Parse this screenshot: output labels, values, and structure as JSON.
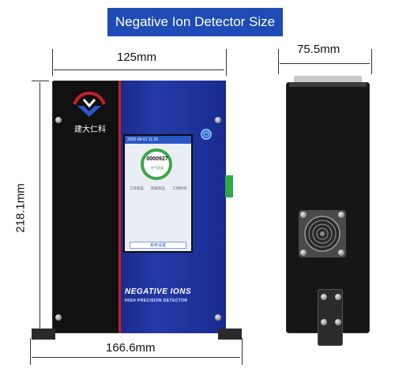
{
  "title": "Negative Ion Detector Size",
  "dimensions": {
    "front_width": "125mm",
    "front_height": "218.1mm",
    "bottom_width": "166.6mm",
    "side_depth": "75.5mm"
  },
  "device": {
    "brand": "建大仁科",
    "label_line1": "NEGATIVE IONS",
    "label_line2": "HIGH PRECISION DETECTOR",
    "screen": {
      "datetime": "2020-08-01 11:35",
      "count": "0000927",
      "level": "空气质量",
      "stat1": "工作状态",
      "stat2": "风扇状态",
      "stat3": "工作时间",
      "button": "系统设置"
    }
  },
  "colors": {
    "banner": "#1f4bb6",
    "panel_blue": "#243aa8",
    "accent_red": "#c41f2a",
    "screen_green": "#3aa64a"
  }
}
